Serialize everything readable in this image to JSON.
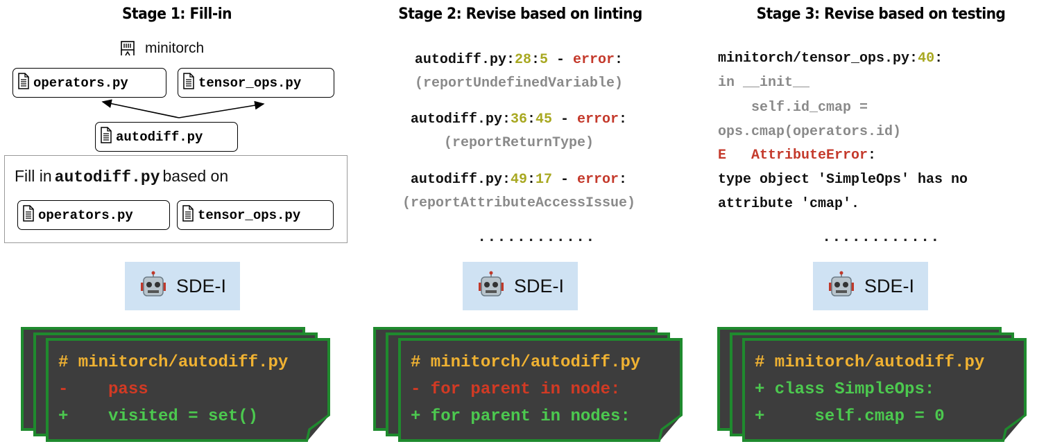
{
  "stage1": {
    "title": "Stage 1: Fill-in",
    "repo": "minitorch",
    "dep_file_a": "operators.py",
    "dep_file_b": "tensor_ops.py",
    "target_file": "autodiff.py",
    "prompt_prefix": "Fill in",
    "prompt_target": "autodiff.py",
    "prompt_suffix": "based on",
    "prompt_file_a": "operators.py",
    "prompt_file_b": "tensor_ops.py",
    "agent": "SDE-I",
    "diff": {
      "header": "# minitorch/autodiff.py",
      "removed": "-    pass",
      "added": "+    visited = set()"
    }
  },
  "stage2": {
    "title": "Stage 2: Revise based on linting",
    "errors": [
      {
        "file": "autodiff.py",
        "line": "28",
        "col": "5",
        "sep": " - ",
        "level": "error",
        "rule": "(reportUndefinedVariable)"
      },
      {
        "file": "autodiff.py",
        "line": "36",
        "col": "45",
        "sep": " - ",
        "level": "error",
        "rule": "(reportReturnType)"
      },
      {
        "file": "autodiff.py",
        "line": "49",
        "col": "17",
        "sep": " - ",
        "level": "error",
        "rule": "(reportAttributeAccessIssue)"
      }
    ],
    "ellipsis": "............",
    "agent": "SDE-I",
    "diff": {
      "header": "# minitorch/autodiff.py",
      "removed": "- for parent in node:",
      "added": "+ for parent in nodes:"
    }
  },
  "stage3": {
    "title": "Stage 3: Revise based on testing",
    "trace_file": "minitorch/tensor_ops.py",
    "trace_line": "40",
    "trace_in": "in __init__",
    "trace_code1": "    self.id_cmap =",
    "trace_code2": "ops.cmap(operators.id)",
    "err_prefix": "E   ",
    "err_name": "AttributeError",
    "err_msg1": "type object 'SimpleOps' has no",
    "err_msg2": "attribute 'cmap'.",
    "ellipsis": "............",
    "agent": "SDE-I",
    "diff": {
      "header": "# minitorch/autodiff.py",
      "added1": "+ class SimpleOps:",
      "added2": "+     self.cmap = 0"
    }
  },
  "colors": {
    "card_border": "#1f8a2e",
    "card_bg": "#3d3d3d",
    "agent_bg": "#cfe2f3",
    "error_red": "#c4392b",
    "line_olive": "#a8a821"
  }
}
